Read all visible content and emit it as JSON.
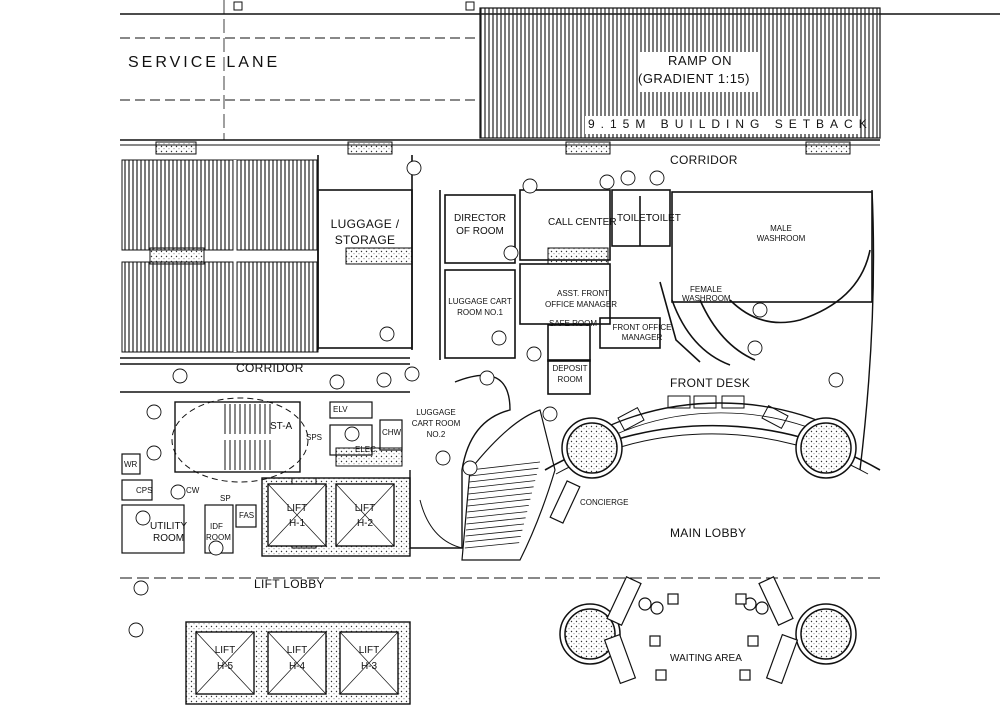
{
  "plan": {
    "labels": {
      "service_lane": "SERVICE LANE",
      "ramp_line1": "RAMP ON",
      "ramp_line2": "(GRADIENT 1:15)",
      "setback": "9.15M BUILDING SETBACK",
      "corridor_top": "CORRIDOR",
      "corridor_left": "CORRIDOR",
      "luggage_storage_line1": "LUGGAGE /",
      "luggage_storage_line2": "STORAGE",
      "director_line1": "DIRECTOR",
      "director_line2": "OF ROOM",
      "call_center": "CALL CENTER",
      "toilet1": "TOILET",
      "toilet2": "TOILET",
      "male_line1": "MALE",
      "male_line2": "WASHROOM",
      "female_line1": "FEMALE",
      "female_line2": "WASHROOM",
      "luggage_cart1_line1": "LUGGAGE CART",
      "luggage_cart1_line2": "ROOM NO.1",
      "asst_line1": "ASST. FRONT",
      "asst_line2": "OFFICE MANAGER",
      "safe_room": "SAFE ROOM",
      "front_office_line1": "FRONT OFFICE",
      "front_office_line2": "MANAGER",
      "deposit_line1": "DEPOSIT",
      "deposit_line2": "ROOM",
      "front_desk": "FRONT DESK",
      "st_a": "ST-A",
      "sps": "SPS",
      "elv": "ELV",
      "elec": "ELEC",
      "chw": "CHW",
      "luggage_cart2_line1": "LUGGAGE",
      "luggage_cart2_line2": "CART ROOM",
      "luggage_cart2_line3": "NO.2",
      "concierge": "CONCIERGE",
      "main_lobby": "MAIN LOBBY",
      "lift_h1_line1": "LIFT",
      "lift_h1_line2": "H-1",
      "lift_h2_line1": "LIFT",
      "lift_h2_line2": "H-2",
      "lift_h3_line1": "LIFT",
      "lift_h3_line2": "H-3",
      "lift_h4_line1": "LIFT",
      "lift_h4_line2": "H-4",
      "lift_h5_line1": "LIFT",
      "lift_h5_line2": "H-5",
      "lift_lobby": "LIFT LOBBY",
      "utility_line1": "UTILITY",
      "utility_line2": "ROOM",
      "idf_line1": "IDF",
      "idf_line2": "ROOM",
      "fas": "FAS",
      "wr": "WR",
      "cps": "CPS",
      "cw": "CW",
      "sp": "SP",
      "waiting_area": "WAITING AREA"
    },
    "colors": {
      "line": "#111111",
      "hatch": "#222222",
      "paper": "#ffffff"
    }
  }
}
